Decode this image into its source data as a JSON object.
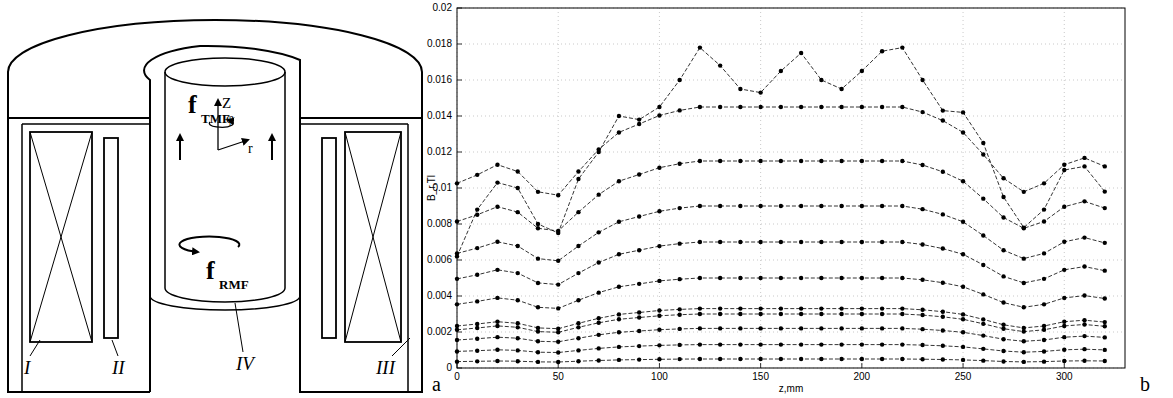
{
  "diagram": {
    "labels": [
      "f",
      "TMF",
      "Z",
      "φ",
      "r",
      "f",
      "RMF",
      "I",
      "II",
      "IV",
      "III",
      "a",
      "0.02",
      "0.018",
      "0.016",
      "0.014",
      "0.012",
      "0.01",
      "0.008",
      "0.006",
      "0.004",
      "0.002",
      "0",
      "B_r,Tl",
      "0",
      "50",
      "100",
      "150",
      "200",
      "250",
      "300",
      "z,mm",
      "b"
    ]
  }
}
